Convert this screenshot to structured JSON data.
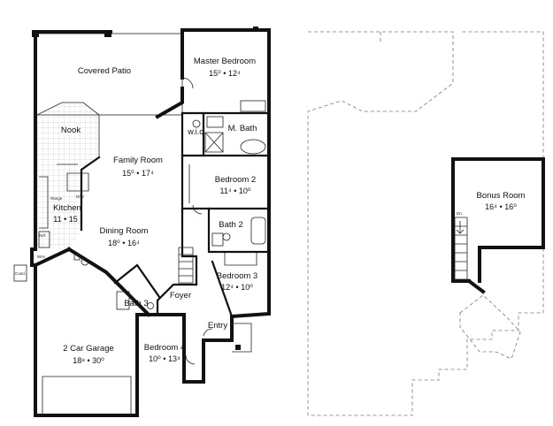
{
  "rooms": {
    "covered_patio": {
      "name": "Covered Patio"
    },
    "master_bedroom": {
      "name": "Master Bedroom",
      "dims": "15⁰  •  12⁴"
    },
    "nook": {
      "name": "Nook"
    },
    "wic": {
      "name": "w.i.c"
    },
    "m_bath": {
      "name": "M. Bath"
    },
    "family_room": {
      "name": "Family Room",
      "dims": "15⁰  •  17⁴"
    },
    "bedroom2": {
      "name": "Bedroom 2",
      "dims": "11⁴  •  10⁰"
    },
    "kitchen": {
      "name": "Kitchen",
      "dims": "11  •  15"
    },
    "dining_room": {
      "name": "Dining Room",
      "dims": "18⁰  •  16⁴"
    },
    "bath2": {
      "name": "Bath 2"
    },
    "bedroom3": {
      "name": "Bedroom 3",
      "dims": "12⁴  •  10⁰"
    },
    "bath3": {
      "name": "Bath 3"
    },
    "foyer": {
      "name": "Foyer"
    },
    "entry": {
      "name": "Entry"
    },
    "garage": {
      "name": "2 Car Garage",
      "dims": "18⁸  •  30⁰"
    },
    "bedroom4": {
      "name": "Bedroom 4",
      "dims": "10⁰  •  13⁴"
    },
    "bonus_room": {
      "name": "Bonus Room",
      "dims": "16⁴  •  16⁰"
    }
  },
  "fixtures": {
    "range": "Range",
    "dw": "D/W",
    "ref": "Ref.",
    "wh": "W/H",
    "cond": "Cond.",
    "stair_down": "Dn."
  }
}
